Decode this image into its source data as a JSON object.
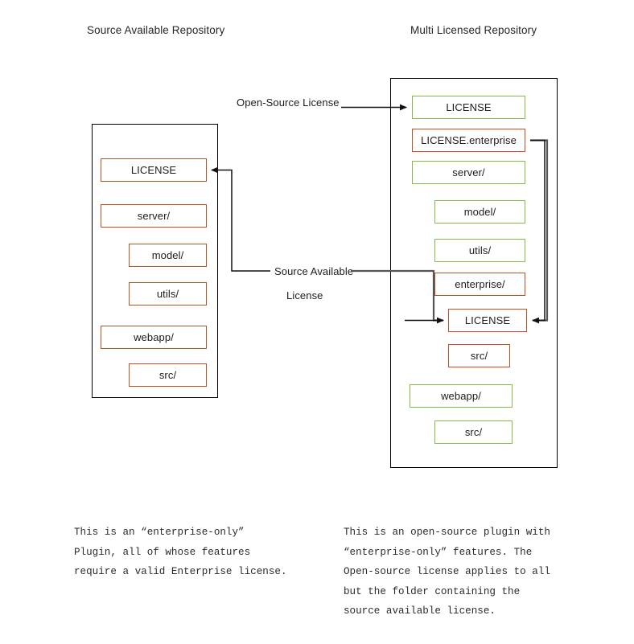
{
  "diagram": {
    "title_left": "Source Available Repository",
    "title_right": "Multi Licensed Repository",
    "colors": {
      "orange": "#C0501E",
      "green": "#82BC41",
      "outline": "#000000",
      "wire": "#000000",
      "wire_gray": "#595959"
    }
  },
  "left_repo": {
    "label": "Source Available Repository",
    "items": [
      {
        "label": "LICENSE",
        "color": "orange",
        "indent": 0
      },
      {
        "label": "server/",
        "color": "orange",
        "indent": 0
      },
      {
        "label": "model/",
        "color": "orange",
        "indent": 1
      },
      {
        "label": "utils/",
        "color": "orange",
        "indent": 1
      },
      {
        "label": "webapp/",
        "color": "orange",
        "indent": 0
      },
      {
        "label": "src/",
        "color": "orange",
        "indent": 1
      }
    ]
  },
  "right_repo": {
    "label": "Multi Licensed Repository",
    "items": [
      {
        "label": "LICENSE",
        "color": "green",
        "indent": 0
      },
      {
        "label": "LICENSE.enterprise",
        "color": "orange",
        "indent": 0
      },
      {
        "label": "server/",
        "color": "green",
        "indent": 0
      },
      {
        "label": "model/",
        "color": "green",
        "indent": 1
      },
      {
        "label": "utils/",
        "color": "green",
        "indent": 1
      },
      {
        "label": "enterprise/",
        "color": "orange",
        "indent": 1
      },
      {
        "label": "LICENSE",
        "color": "orange",
        "indent": 1
      },
      {
        "label": "src/",
        "color": "orange",
        "indent": 2
      },
      {
        "label": "webapp/",
        "color": "green",
        "indent": 0
      },
      {
        "label": "src/",
        "color": "green",
        "indent": 1
      }
    ]
  },
  "connectors": [
    {
      "name": "open-source-license",
      "label": "Open-Source License"
    },
    {
      "name": "source-available-license",
      "label_line1": "Source Available",
      "label_line2": "License"
    }
  ],
  "notes": {
    "left": "This is an “enterprise-only”\nPlugin, all of whose features\nrequire a valid Enterprise license.",
    "right": "This is an open-source plugin with\n“enterprise-only” features. The\nOpen-source license applies to all\nbut the folder containing the\nsource available license."
  }
}
